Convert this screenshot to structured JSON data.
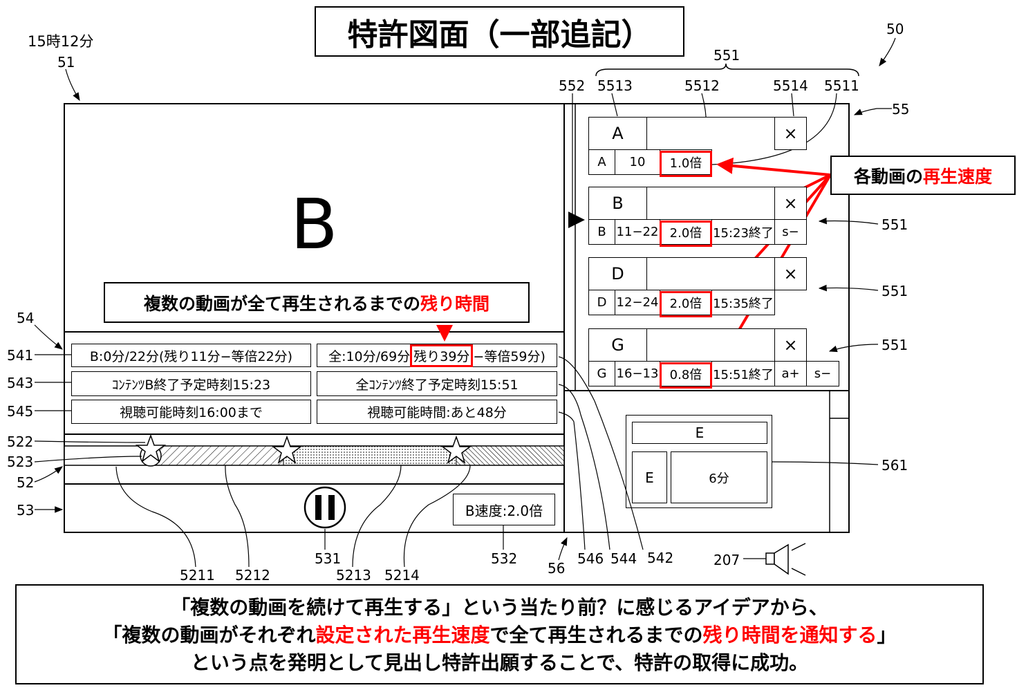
{
  "title": "特許図面（一部追記）",
  "clock": "15時12分",
  "main_video_label": "B",
  "callout_remaining": {
    "prefix": "複数の動画が全て再生されるまでの",
    "highlight": "残り時間"
  },
  "callout_speed": {
    "prefix": "各動画の",
    "highlight": "再生速度"
  },
  "info": {
    "row1_left": "B:0分/22分(残り11分−等倍22分)",
    "row1_right_a": "全:10分/69分",
    "row1_right_b": "残り39分",
    "row1_right_c": "−等倍59分)",
    "row2_left": "ｺﾝﾃﾝﾂB終了予定時刻15:23",
    "row2_right": "全ｺﾝﾃﾝﾂ終了予定時刻15:51",
    "row3_left": "視聴可能時刻16:00まで",
    "row3_right": "視聴可能時間:あと48分"
  },
  "speed_button": "B速度:2.0倍",
  "playlist": [
    {
      "title": "A",
      "id": "A",
      "range": "10",
      "speed": "1.0倍",
      "end": "",
      "close": "×",
      "extra": [
        "",
        ""
      ]
    },
    {
      "title": "B",
      "id": "B",
      "range": "11−22",
      "speed": "2.0倍",
      "end": "15:23終了",
      "close": "×",
      "extra": [
        "s−",
        ""
      ]
    },
    {
      "title": "D",
      "id": "D",
      "range": "12−24",
      "speed": "2.0倍",
      "end": "15:35終了",
      "close": "×",
      "extra": [
        "",
        ""
      ]
    },
    {
      "title": "G",
      "id": "G",
      "range": "16−13",
      "speed": "0.8倍",
      "end": "15:51終了",
      "close": "×",
      "extra": [
        "a+",
        "s−"
      ]
    }
  ],
  "sub_panel": {
    "top": "E",
    "left": "E",
    "right": "6分"
  },
  "refs": [
    "51",
    "50",
    "551",
    "552",
    "5513",
    "5512",
    "5514",
    "5511",
    "55",
    "551",
    "551",
    "551",
    "561",
    "54",
    "541",
    "543",
    "545",
    "522",
    "523",
    "52",
    "53",
    "531",
    "532",
    "5211",
    "5212",
    "5213",
    "5214",
    "56",
    "546",
    "544",
    "542",
    "207"
  ],
  "summary": {
    "line1": "「複数の動画を続けて再生する」という当たり前？に感じるアイデアから、",
    "line2_a": "「複数の動画がそれぞれ",
    "line2_b": "設定された再生速度",
    "line2_c": "で全て再生されるまでの",
    "line2_d": "残り時間を通知する",
    "line2_e": "」",
    "line3": "という点を発明として見出し特許出願することで、特許の取得に成功。"
  },
  "colors": {
    "accent": "#ff0000",
    "ink": "#000000"
  }
}
